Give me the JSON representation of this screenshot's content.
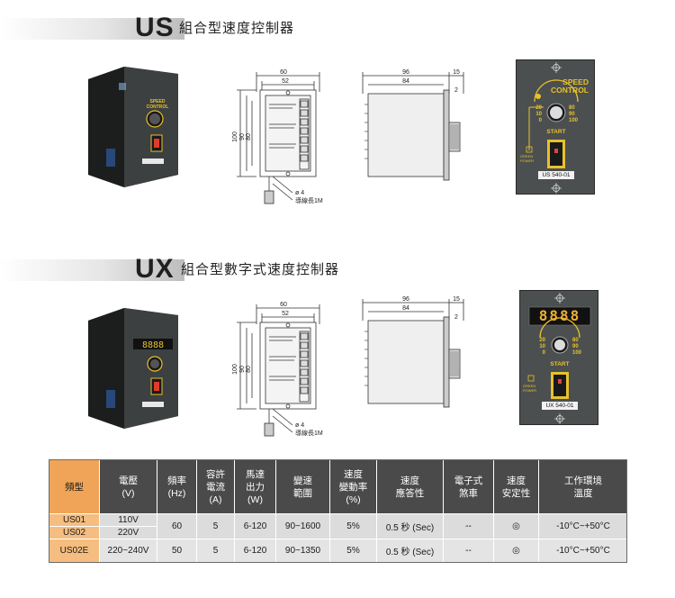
{
  "sections": [
    {
      "code": "US",
      "title": "組合型速度控制器"
    },
    {
      "code": "UX",
      "title": "組合型數字式速度控制器"
    }
  ],
  "device": {
    "speed_label_1": "SPEED",
    "speed_label_2": "CONTROL",
    "start_label": "START",
    "dial_left": [
      "20",
      "10",
      "0"
    ],
    "dial_right": [
      "80",
      "90",
      "100"
    ],
    "power_label_1": "GREEN",
    "power_label_2": "POWER",
    "us_model_tag": "US 540-01",
    "ux_model_tag": "UX 540-01",
    "digits": "8888"
  },
  "dims": {
    "front_w": "60",
    "front_inner": "52",
    "h1": "100",
    "h2": "90",
    "h3": "80",
    "hole": "ø 4",
    "cable": "導線長1M",
    "side_w": "96",
    "side_inner": "84",
    "side_knob": "15",
    "side_gap": "2"
  },
  "table": {
    "headers": [
      "頻型",
      "電壓\n(V)",
      "頻率\n(Hz)",
      "容許\n電流\n(A)",
      "馬達\n出力\n(W)",
      "變速\n範圍",
      "速度\n變動率\n(%)",
      "速度\n應答性",
      "電子式\n煞車",
      "速度\n安定性",
      "工作環境\n溫度"
    ],
    "rows": [
      {
        "model": "US01",
        "voltage": "110V",
        "freq": "60",
        "current": "5",
        "power": "6-120",
        "range": "90~1600",
        "rate": "5%",
        "response": "0.5 秒 (Sec)",
        "brake": "--",
        "stability": "◎",
        "temp": "-10°C~+50°C"
      },
      {
        "model": "US02",
        "voltage": "220V"
      },
      {
        "model": "US02E",
        "voltage": "220~240V",
        "freq": "50",
        "current": "5",
        "power": "6-120",
        "range": "90~1350",
        "rate": "5%",
        "response": "0.5 秒 (Sec)",
        "brake": "--",
        "stability": "◎",
        "temp": "-10°C~+50°C"
      }
    ]
  },
  "colors": {
    "panel": "#4b4f4f",
    "accent_orange": "#f0a457",
    "header_dark": "#4a4a4a",
    "label_yellow": "#e8c12c"
  }
}
